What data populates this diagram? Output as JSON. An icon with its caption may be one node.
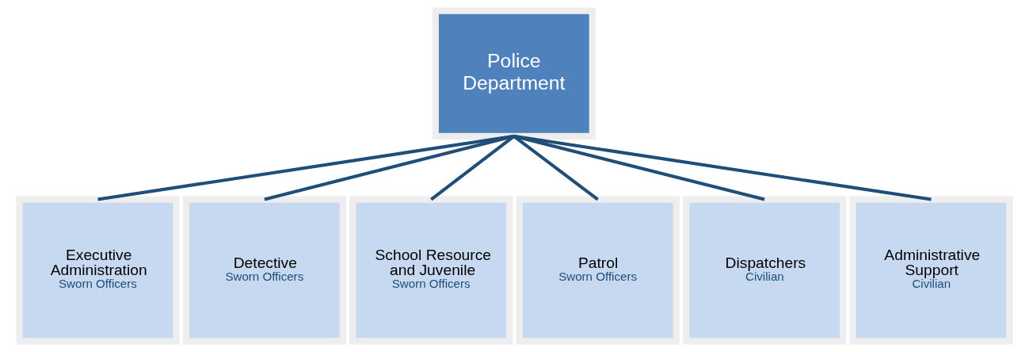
{
  "diagram": {
    "nodes": [
      {
        "text": [
          "Police Department"
        ]
      },
      {
        "text": [
          "Executive Administration",
          "Sworn Officers"
        ]
      },
      {
        "text": [
          "Detective",
          "Sworn Officers"
        ]
      },
      {
        "text": [
          "School Resource and Juvenile",
          "Sworn Officers"
        ]
      },
      {
        "text": [
          "Patrol",
          "Sworn Officers"
        ]
      },
      {
        "text": [
          "Dispatchers",
          "Civilian"
        ]
      },
      {
        "text": [
          "Administrative Support",
          "Civilian"
        ]
      }
    ],
    "edges": [
      {
        "from": 0,
        "to": 1,
        "arrow": "none"
      },
      {
        "from": 0,
        "to": 2,
        "arrow": "none"
      },
      {
        "from": 0,
        "to": 3,
        "arrow": "none"
      },
      {
        "from": 0,
        "to": 4,
        "arrow": "none"
      },
      {
        "from": 0,
        "to": 5,
        "arrow": "none"
      },
      {
        "from": 0,
        "to": 6,
        "arrow": "none"
      }
    ]
  }
}
